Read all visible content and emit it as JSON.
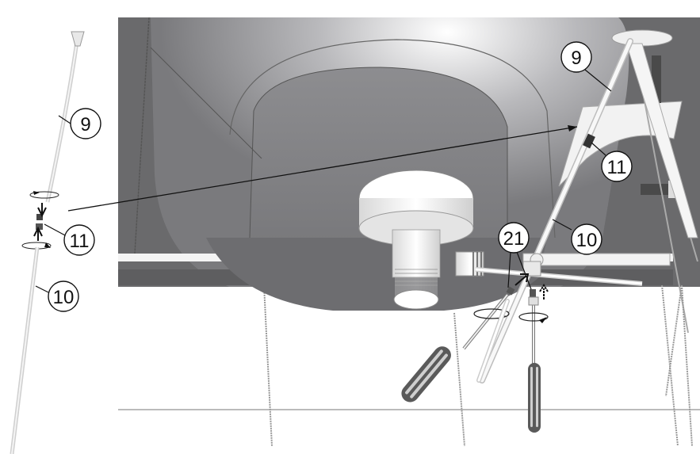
{
  "figure": {
    "type": "assembly-diagram",
    "description": "Installation of extension rods and adapter under a heater tank using screwdrivers",
    "colors": {
      "background": "#ffffff",
      "tank_dark": "#6e6e70",
      "tank_light": "#e8e8ea",
      "wall": "#5c5c5e",
      "line": "#1a1a1a",
      "handle": "#5a5a5a"
    }
  },
  "detail_view": {
    "label": "Exploded rod detail (left)",
    "callouts": [
      {
        "id": "9",
        "text": "9"
      },
      {
        "id": "11",
        "text": "11"
      },
      {
        "id": "10",
        "text": "10"
      }
    ]
  },
  "main_view": {
    "label": "Installed assembly under tank",
    "callouts": [
      {
        "id": "9",
        "text": "9"
      },
      {
        "id": "11",
        "text": "11"
      },
      {
        "id": "10",
        "text": "10"
      },
      {
        "id": "21",
        "text": "21"
      }
    ]
  }
}
